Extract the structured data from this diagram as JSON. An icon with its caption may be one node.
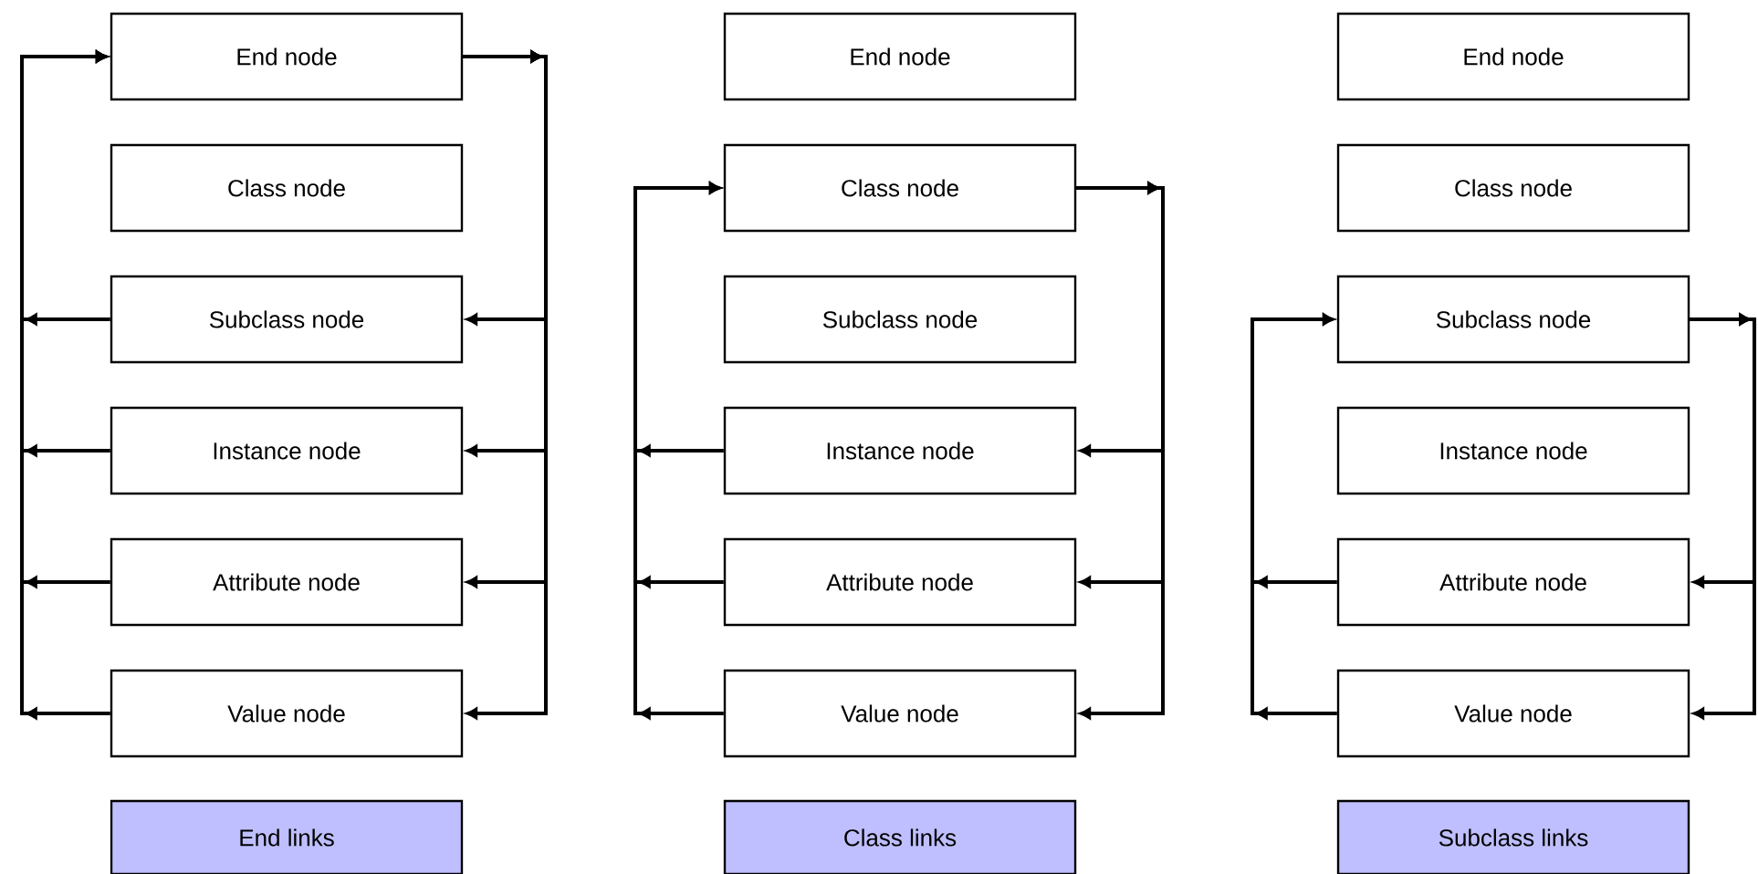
{
  "diagram": {
    "nodes": [
      {
        "text": [
          "End node"
        ]
      },
      {
        "text": [
          "Class node"
        ]
      },
      {
        "text": [
          "Subclass node"
        ]
      },
      {
        "text": [
          "Instance node"
        ]
      },
      {
        "text": [
          "Attribute node"
        ]
      },
      {
        "text": [
          "Value node"
        ]
      },
      {
        "text": [
          "End links"
        ]
      },
      {
        "text": [
          "End node"
        ]
      },
      {
        "text": [
          "Class node"
        ]
      },
      {
        "text": [
          "Subclass node"
        ]
      },
      {
        "text": [
          "Instance node"
        ]
      },
      {
        "text": [
          "Attribute node"
        ]
      },
      {
        "text": [
          "Value node"
        ]
      },
      {
        "text": [
          "Class links"
        ]
      },
      {
        "text": [
          "End node"
        ]
      },
      {
        "text": [
          "Class node"
        ]
      },
      {
        "text": [
          "Subclass node"
        ]
      },
      {
        "text": [
          "Instance node"
        ]
      },
      {
        "text": [
          "Attribute node"
        ]
      },
      {
        "text": [
          "Value node"
        ]
      },
      {
        "text": [
          "Subclass links"
        ]
      }
    ],
    "edges": [
      {
        "from": 0,
        "to": 2,
        "arrow": "to"
      },
      {
        "from": 0,
        "to": 3,
        "arrow": "to"
      },
      {
        "from": 0,
        "to": 4,
        "arrow": "to"
      },
      {
        "from": 0,
        "to": 5,
        "arrow": "to"
      },
      {
        "from": 2,
        "to": 0,
        "arrow": "to"
      },
      {
        "from": 3,
        "to": 0,
        "arrow": "to"
      },
      {
        "from": 4,
        "to": 0,
        "arrow": "to"
      },
      {
        "from": 5,
        "to": 0,
        "arrow": "to"
      },
      {
        "from": 8,
        "to": 10,
        "arrow": "to"
      },
      {
        "from": 8,
        "to": 11,
        "arrow": "to"
      },
      {
        "from": 8,
        "to": 12,
        "arrow": "to"
      },
      {
        "from": 10,
        "to": 8,
        "arrow": "to"
      },
      {
        "from": 11,
        "to": 8,
        "arrow": "to"
      },
      {
        "from": 12,
        "to": 8,
        "arrow": "to"
      },
      {
        "from": 16,
        "to": 18,
        "arrow": "to"
      },
      {
        "from": 16,
        "to": 19,
        "arrow": "to"
      },
      {
        "from": 18,
        "to": 16,
        "arrow": "to"
      },
      {
        "from": 19,
        "to": 16,
        "arrow": "to"
      }
    ]
  }
}
